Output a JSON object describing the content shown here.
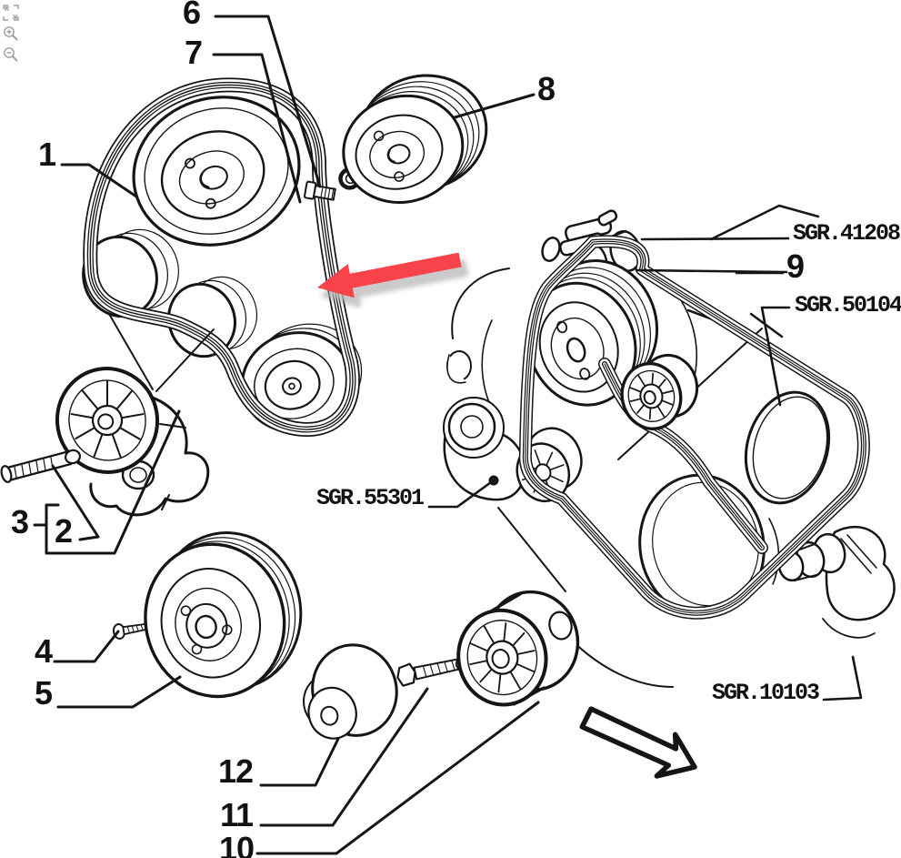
{
  "window": {
    "background": "#ffffff",
    "line_color": "#151515"
  },
  "toolbar": {
    "icon_color": "#9aa0a6",
    "icons": [
      {
        "name": "fit-to-page"
      },
      {
        "name": "zoom-in"
      },
      {
        "name": "zoom-out"
      }
    ]
  },
  "diagram": {
    "type": "exploded-parts-diagram",
    "subject": "Engine auxiliary belt drive: pulleys, tensioner, bolts and belts",
    "part_numbers": {
      "n1": "1",
      "n2": "2",
      "n3": "3",
      "n4": "4",
      "n5": "5",
      "n6": "6",
      "n7": "7",
      "n8": "8",
      "n9": "9",
      "n10": "10",
      "n11": "11",
      "n12": "12"
    },
    "reference_codes": {
      "top_right": "SGR.41208",
      "right": "SGR.50104",
      "middle_left": "SGR.55301",
      "bottom_right": "SGR.10103"
    },
    "annotations": {
      "highlight_arrow": {
        "color": "#f8434b",
        "shadow": "#bdbdbd",
        "points_to": "auxiliary belt"
      },
      "direction_arrow": {
        "style": "black-outline",
        "direction": "down-right"
      }
    }
  }
}
